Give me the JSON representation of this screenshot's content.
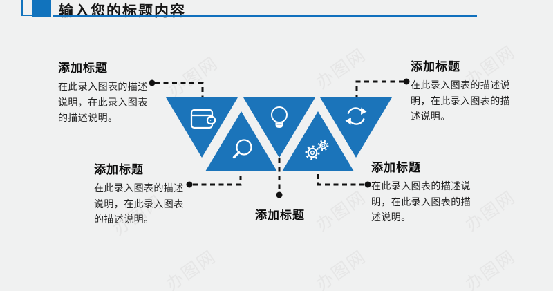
{
  "colors": {
    "background": "#f0f1f1",
    "blue": "#1b74ba",
    "header_blue": "#1173bd",
    "ink": "#111111",
    "watermark_gray": "#dedede"
  },
  "header": {
    "title": "输入您的标题内容"
  },
  "watermark": {
    "text": "办图网"
  },
  "diagram": {
    "triangles": [
      {
        "name": "wallet",
        "direction": "down",
        "icon": "wallet-icon"
      },
      {
        "name": "search",
        "direction": "up",
        "icon": "search-icon"
      },
      {
        "name": "lightbulb",
        "direction": "down",
        "icon": "lightbulb-icon"
      },
      {
        "name": "gears",
        "direction": "up",
        "icon": "gears-icon"
      },
      {
        "name": "refresh",
        "direction": "down",
        "icon": "refresh-icon"
      }
    ]
  },
  "callouts": {
    "top_left": {
      "title": "添加标题",
      "body": "在此录入图表的描述\n说明，在此录入图表\n的描述说明。"
    },
    "top_right": {
      "title": "添加标题",
      "body": "在此录入图表的描述说\n明，在此录入图表的描\n述说明。"
    },
    "bottom_left": {
      "title": "添加标题",
      "body": "在此录入图表的描述\n说明，在此录入图表\n的描述说明。"
    },
    "bottom_right": {
      "title": "添加标题",
      "body": "在此录入图表的描述说\n明，在此录入图表的描\n述说明。"
    },
    "bottom_center": {
      "title": "添加标题"
    }
  }
}
